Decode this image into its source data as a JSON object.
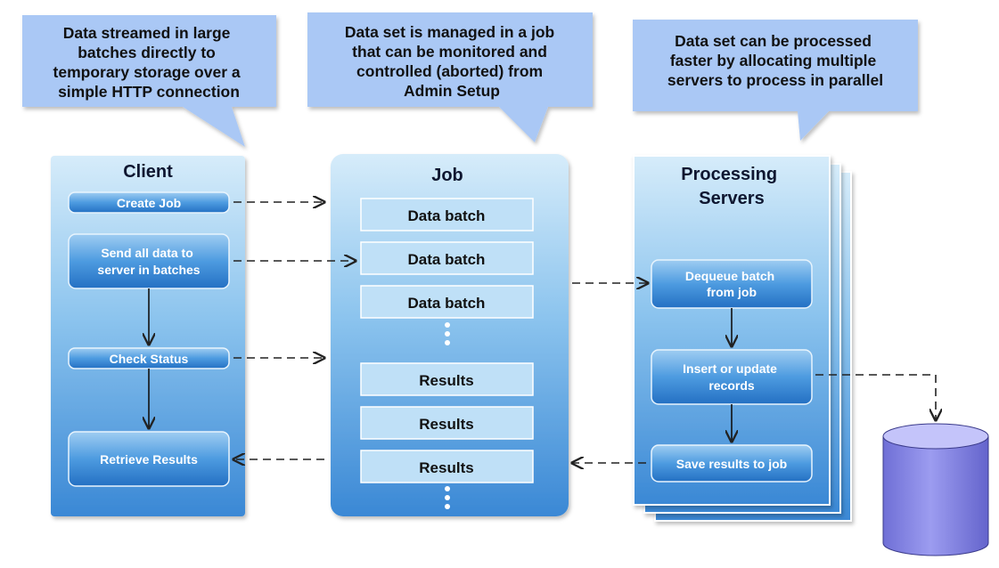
{
  "callouts": [
    {
      "lines": [
        "Data streamed in large",
        "batches directly to",
        "temporary storage over a",
        "simple HTTP connection"
      ]
    },
    {
      "lines": [
        "Data set is managed in a job",
        "that can be monitored and",
        "controlled (aborted) from",
        "Admin Setup"
      ]
    },
    {
      "lines": [
        "Data set can be processed",
        "faster by allocating multiple",
        "servers to process in parallel"
      ]
    }
  ],
  "client": {
    "title": "Client",
    "create_job": "Create Job",
    "send_data": [
      "Send all data to",
      "server in batches"
    ],
    "check_status": "Check Status",
    "retrieve_results": "Retrieve Results"
  },
  "job": {
    "title": "Job",
    "batches": [
      "Data batch",
      "Data batch",
      "Data batch"
    ],
    "results": [
      "Results",
      "Results",
      "Results"
    ]
  },
  "servers": {
    "title": [
      "Processing",
      "Servers"
    ],
    "dequeue": [
      "Dequeue batch",
      "from job"
    ],
    "insert_update": [
      "Insert or update",
      "records"
    ],
    "save_results": "Save results to job"
  },
  "colors": {
    "callout": "#aac8f5",
    "panel_top": "#cfe7f8",
    "panel_bottom": "#3f8fd8",
    "button_top": "#8fc3ef",
    "button_bottom": "#2a78c9",
    "batch_fill": "#bfe0f7",
    "database": "#8f8fe8"
  }
}
